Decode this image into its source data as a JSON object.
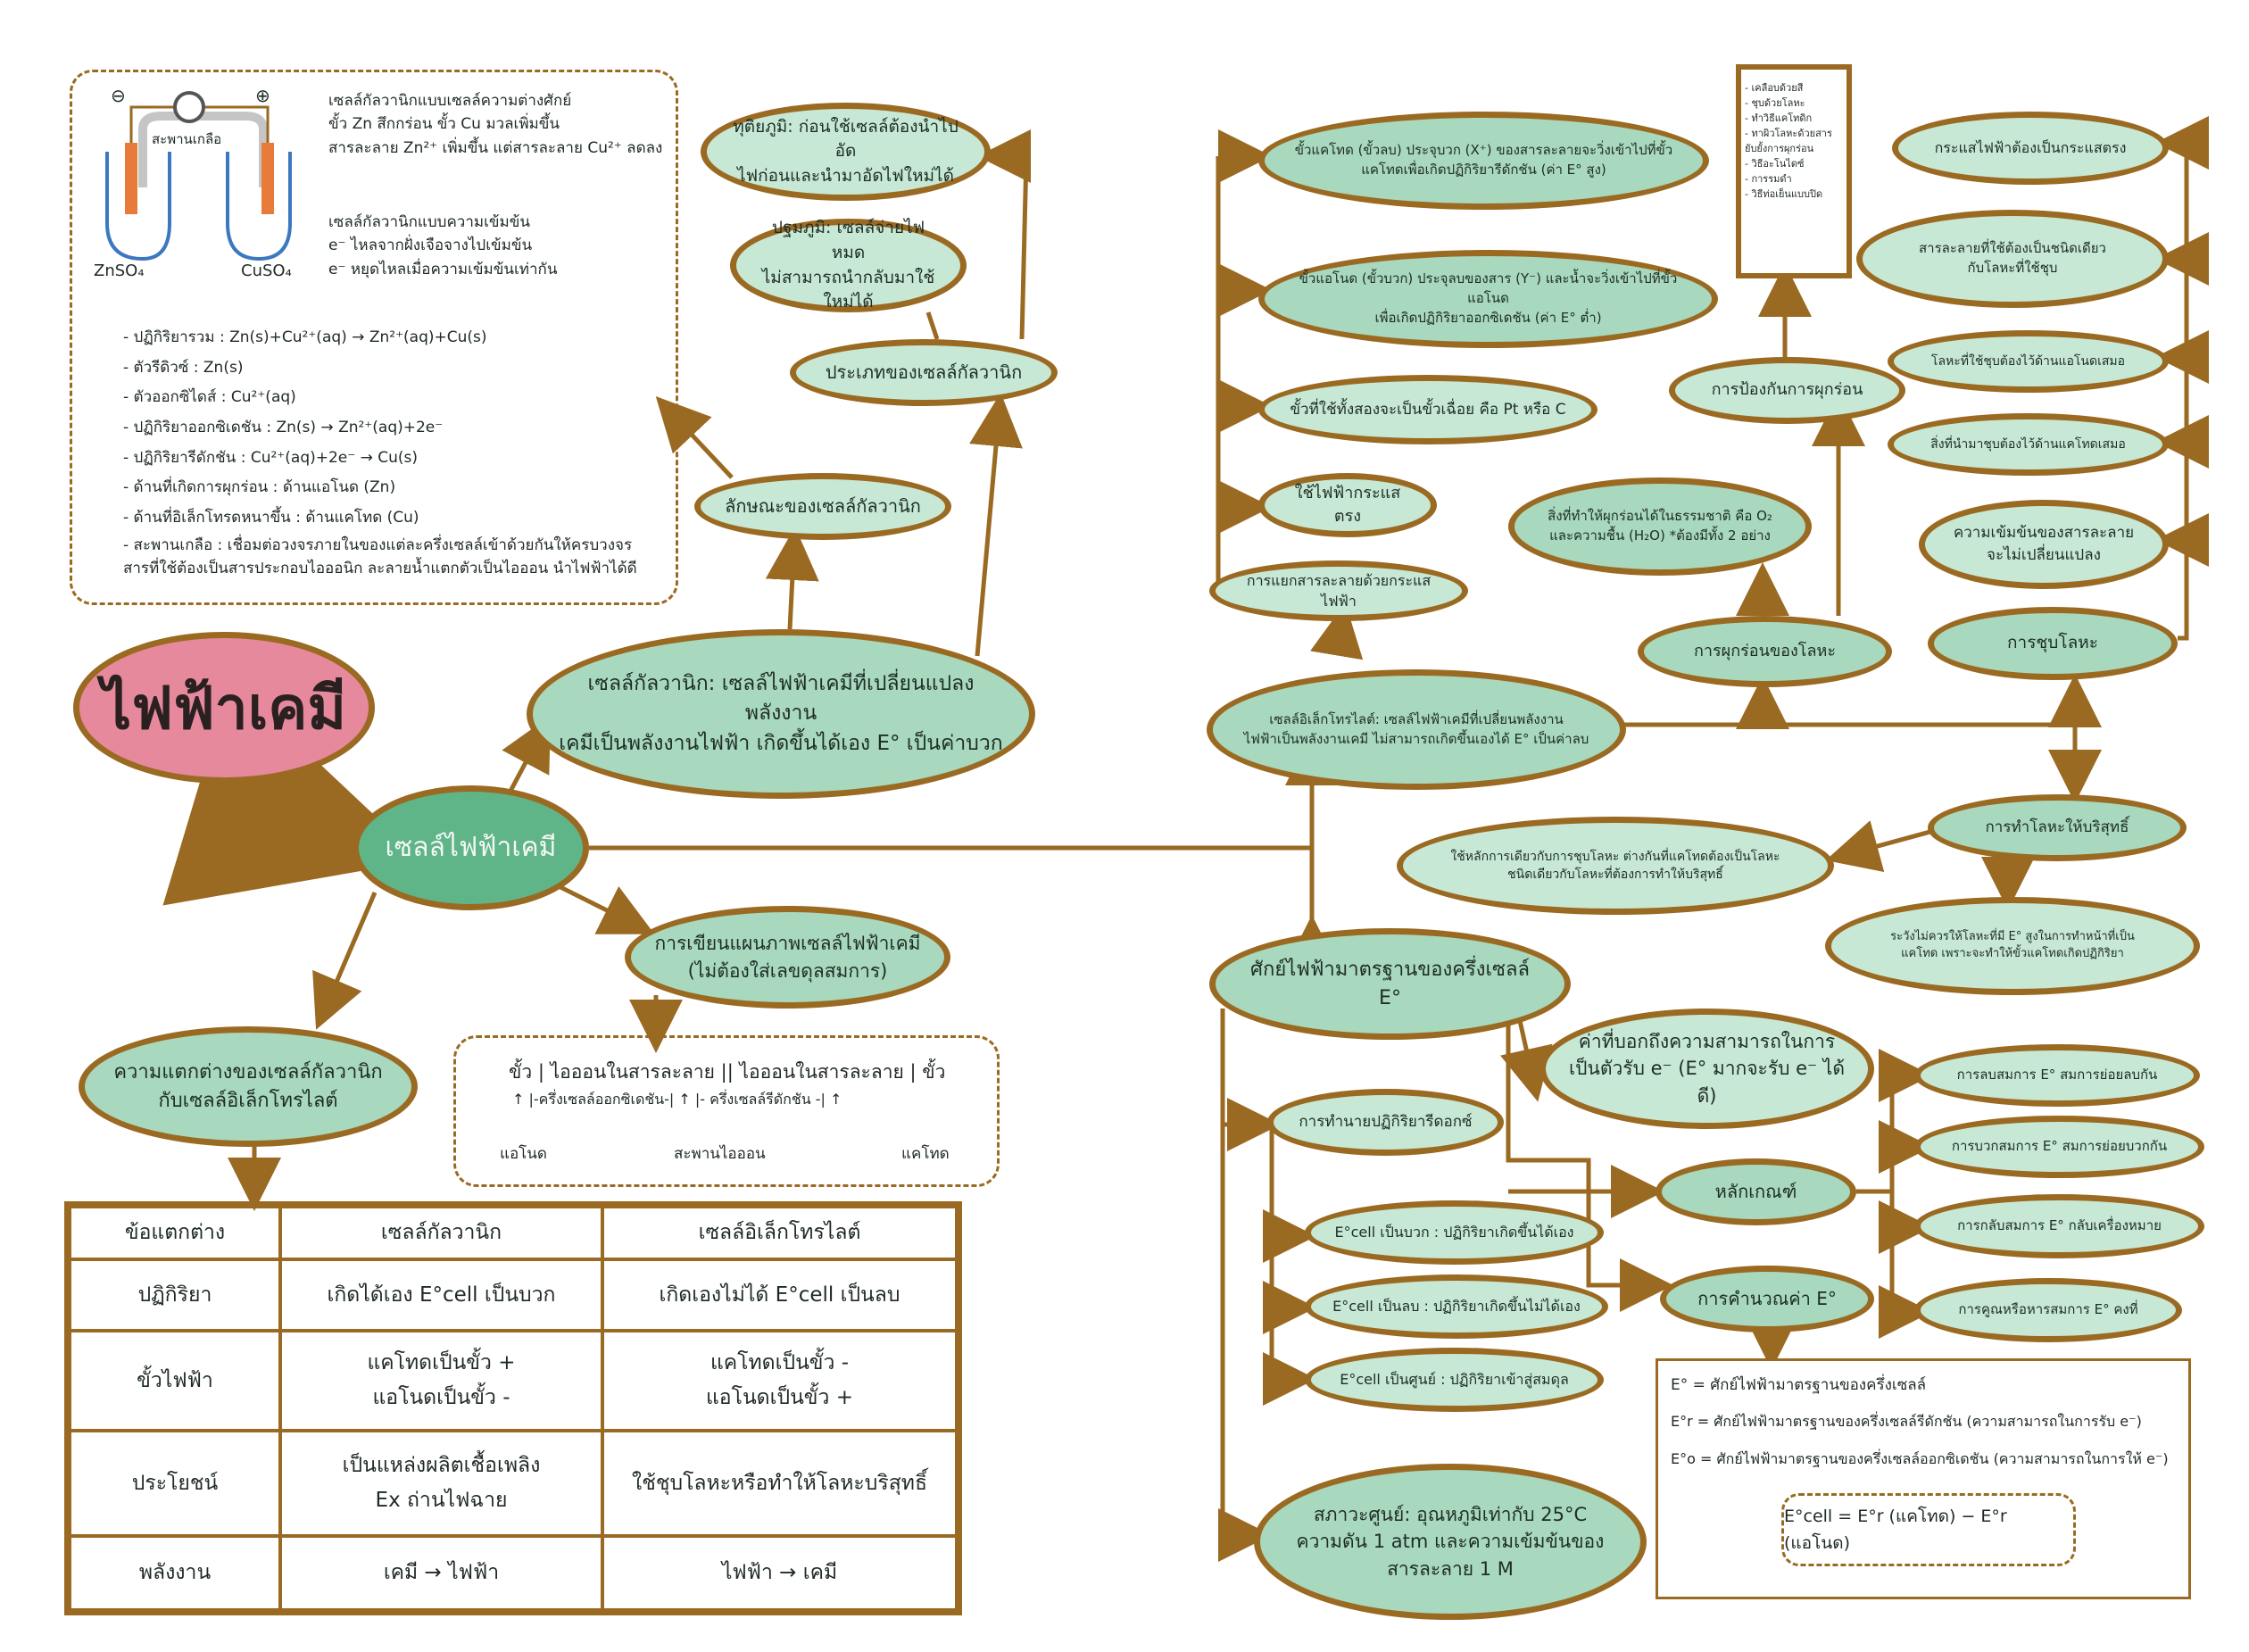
{
  "title": "ไฟฟ้าเคมี",
  "center": "เซลล์ไฟฟ้าเคมี",
  "galvanic": {
    "main": "เซลล์กัลวานิก: เซลล์ไฟฟ้าเคมีที่เปลี่ยนแปลงพลังงาน\nเคมีเป็นพลังงานไฟฟ้า  เกิดขึ้นได้เอง E° เป็นค่าบวก",
    "characteristics": "ลักษณะของเซลล์กัลวานิก",
    "types": "ประเภทของเซลล์กัลวานิก",
    "secondary": "ทุติยภูมิ: ก่อนใช้เซลล์ต้องนำไปอัด\nไฟก่อนและนำมาอัดไฟใหม่ได้",
    "primary": "ปฐมภูมิ: เซลล์จ่ายไฟหมด\nไม่สามารถนำกลับมาใช้ใหม่ได้"
  },
  "galvanic_box": {
    "cell_labels": {
      "left_sign": "⊖",
      "right_sign": "⊕",
      "salt_bridge": "สะพานเกลือ",
      "left_solution": "ZnSO₄",
      "right_solution": "CuSO₄"
    },
    "diff_potential": "เซลล์กัลวานิกแบบเซลล์ความต่างศักย์\nขั้ว Zn สึกกร่อน ขั้ว Cu มวลเพิ่มขึ้น\nสารละลาย Zn²⁺ เพิ่มขึ้น แต่สารละลาย Cu²⁺ ลดลง",
    "concentration": "เซลล์กัลวานิกแบบความเข้มข้น\ne⁻ ไหลจากฝั่งเจือจางไปเข้มข้น\ne⁻ หยุดไหลเมื่อความเข้มข้นเท่ากัน",
    "items": [
      "- ปฏิกิริยารวม : Zn(s)+Cu²⁺(aq) → Zn²⁺(aq)+Cu(s)",
      "- ตัวรีดิวซ์ : Zn(s)",
      "- ตัวออกซิไดส์ : Cu²⁺(aq)",
      "- ปฏิกิริยาออกซิเดชัน : Zn(s) → Zn²⁺(aq)+2e⁻",
      "- ปฏิกิริยารีดักชัน : Cu²⁺(aq)+2e⁻ → Cu(s)",
      "- ด้านที่เกิดการผุกร่อน : ด้านแอโนด (Zn)",
      "- ด้านที่อิเล็กโทรดหนาขึ้น : ด้านแคโทด (Cu)",
      "- สะพานเกลือ : เชื่อมต่อวงจรภายในของแต่ละครึ่งเซลล์เข้าด้วยกันให้ครบวงจร\nสารที่ใช้ต้องเป็นสารประกอบไอออนิก ละลายน้ำแตกตัวเป็นไอออน นำไฟฟ้าได้ดี"
    ]
  },
  "diagram_writing": {
    "node": "การเขียนแผนภาพเซลล์ไฟฟ้าเคมี\n(ไม่ต้องใส่เลขดุลสมการ)",
    "line1": "ขั้ว | ไอออนในสารละลาย || ไอออนในสารละลาย | ขั้ว",
    "line2": "↑   |-ครึ่งเซลล์ออกซิเดชัน-|  ↑  |- ครึ่งเซลล์รีดักชัน -|   ↑",
    "anode": "แอโนด",
    "bridge": "สะพานไอออน",
    "cathode": "แคโทด"
  },
  "difference_node": "ความแตกต่างของเซลล์กัลวานิก\nกับเซลล์อิเล็กโทรไลต์",
  "table": {
    "headers": [
      "ข้อแตกต่าง",
      "เซลล์กัลวานิก",
      "เซลล์อิเล็กโทรไลต์"
    ],
    "rows": [
      [
        "ปฏิกิริยา",
        "เกิดได้เอง E°cell เป็นบวก",
        "เกิดเองไม่ได้ E°cell เป็นลบ"
      ],
      [
        "ขั้วไฟฟ้า",
        "แคโทดเป็นขั้ว +\nแอโนดเป็นขั้ว -",
        "แคโทดเป็นขั้ว -\nแอโนดเป็นขั้ว +"
      ],
      [
        "ประโยชน์",
        "เป็นแหล่งผลิตเชื้อเพลิง\nEx ถ่านไฟฉาย",
        "ใช้ชุบโลหะหรือทำให้โลหะบริสุทธิ์"
      ],
      [
        "พลังงาน",
        "เคมี  →  ไฟฟ้า",
        "ไฟฟ้า  →  เคมี"
      ]
    ]
  },
  "electrolytic": {
    "main": "เซลล์อิเล็กโทรไลต์: เซลล์ไฟฟ้าเคมีที่เปลี่ยนพลังงาน\nไฟฟ้าเป็นพลังงานเคมี ไม่สามารถเกิดขึ้นเองได้ E° เป็นค่าลบ",
    "electrolysis": "การแยกสารละลายด้วยกระแสไฟฟ้า",
    "cathode": "ขั้วแคโทด (ขั้วลบ) ประจุบวก (X⁺) ของสารละลายจะวิ่งเข้าไปที่ขั้ว\nแคโทดเพื่อเกิดปฏิกิริยารีดักชัน (ค่า E° สูง)",
    "anode": "ขั้วแอโนด (ขั้วบวก) ประจุลบของสาร (Y⁻) และน้ำจะวิ่งเข้าไปที่ขั้วแอโนด\nเพื่อเกิดปฏิกิริยาออกซิเดชัน (ค่า E° ต่ำ)",
    "inert": "ขั้วที่ใช้ทั้งสองจะเป็นขั้วเฉื่อย คือ Pt หรือ C",
    "dc": "ใช้ไฟฟ้ากระแสตรง",
    "corrosion": "การผุกร่อนของโลหะ",
    "corrosion_cause": "สิ่งที่ทำให้ผุกร่อนได้ในธรรมชาติ คือ O₂\nและความชื้น (H₂O) *ต้องมีทั้ง 2 อย่าง",
    "prevention": "การป้องกันการผุกร่อน",
    "prevention_list": [
      "- เคลือบด้วยสี",
      "- ชุบด้วยโลหะ",
      "- ทำวิธีแคโทดิก",
      "- ทาผิวโลหะด้วยสาร\n  ยับยั้งการผุกร่อน",
      "- วิธีอะโนไดซ์",
      "- การรมดำ",
      "- วิธีท่อเย็นแบบปิด"
    ],
    "plating": "การชุบโลหะ",
    "plating_dc": "กระแสไฟฟ้าต้องเป็นกระแสตรง",
    "plating_solution": "สารละลายที่ใช้ต้องเป็นชนิดเดียว\nกับโลหะที่ใช้ชุบ",
    "plating_anode": "โลหะที่ใช้ชุบต้องไว้ด้านแอโนดเสมอ",
    "plating_cathode": "สิ่งที่นำมาชุบต้องไว้ด้านแคโทดเสมอ",
    "plating_conc": "ความเข้มข้นของสารละลาย\nจะไม่เปลี่ยนแปลง",
    "purify": "การทำโลหะให้บริสุทธิ์",
    "purify_same": "ใช้หลักการเดียวกับการชุบโลหะ ต่างกันที่แคโทดต้องเป็นโลหะ\nชนิดเดียวกับโลหะที่ต้องการทำให้บริสุทธิ์",
    "purify_caution": "ระวังไม่ควรให้โลหะที่มี E° สูงในการทำหน้าที่เป็น\nแคโทด เพราะจะทำให้ขั้วแคโทดเกิดปฏิกิริยา"
  },
  "potential": {
    "main": "ศักย์ไฟฟ้ามาตรฐานของครึ่งเซลล์ E°",
    "meaning": "ค่าที่บอกถึงความสามารถในการ\nเป็นตัวรับ e⁻ (E° มากจะรับ e⁻ ได้ดี)",
    "predict": "การทำนายปฏิกิริยารีดอกซ์",
    "pos": "E°cell เป็นบวก : ปฏิกิริยาเกิดขึ้นได้เอง",
    "neg": "E°cell เป็นลบ : ปฏิกิริยาเกิดขึ้นไม่ได้เอง",
    "zero": "E°cell เป็นศูนย์ : ปฏิกิริยาเข้าสู่สมดุล",
    "standard": "สภาวะศูนย์: อุณหภูมิเท่ากับ 25°C\nความดัน 1 atm และความเข้มข้นของ\nสารละลาย 1 M",
    "principle": "หลักเกณฑ์",
    "rules": [
      "การลบสมการ E° สมการย่อยลบกัน",
      "การบวกสมการ E° สมการย่อยบวกกัน",
      "การกลับสมการ E° กลับเครื่องหมาย",
      "การคูณหรือหารสมการ E° คงที่"
    ],
    "calc": "การคำนวณค่า E°",
    "defs": [
      "E° = ศักย์ไฟฟ้ามาตรฐานของครึ่งเซลล์",
      "E°r = ศักย์ไฟฟ้ามาตรฐานของครึ่งเซลล์รีดักชัน (ความสามารถในการรับ e⁻)",
      "E°o = ศักย์ไฟฟ้ามาตรฐานของครึ่งเซลล์ออกซิเดชัน (ความสามารถในการให้ e⁻)"
    ],
    "formula": "E°cell = E°r (แคโทด) − E°r (แอโนด)"
  },
  "colors": {
    "node_fill": "#a8d8bd",
    "border": "#9a6a22",
    "title_fill": "#e6899c",
    "center_fill": "#5fb588"
  }
}
